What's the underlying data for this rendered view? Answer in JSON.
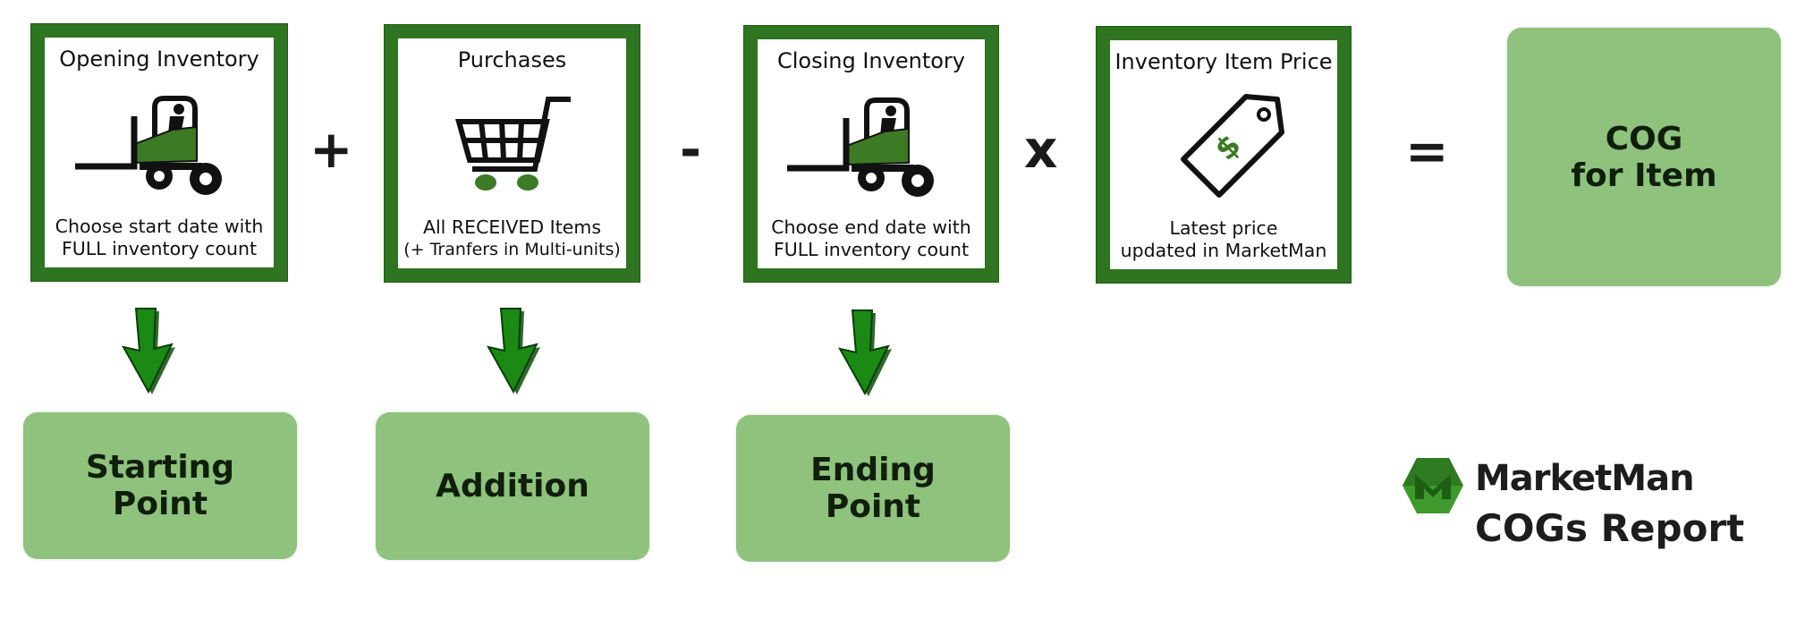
{
  "cards": [
    {
      "title": "Opening Inventory",
      "line1": "Choose start date with",
      "line2": "FULL inventory count",
      "icon": "forklift-icon"
    },
    {
      "title": "Purchases",
      "line1": "All RECEIVED Items",
      "line2": "(+ Tranfers in Multi-units)",
      "icon": "shopping-cart-icon"
    },
    {
      "title": "Closing Inventory",
      "line1": "Choose end date with",
      "line2": "FULL inventory count",
      "icon": "forklift-icon"
    },
    {
      "title": "Inventory Item Price",
      "line1": "Latest price",
      "line2": "updated in MarketMan",
      "icon": "price-tag-icon"
    }
  ],
  "operators": [
    "+",
    "-",
    "x",
    "="
  ],
  "result": {
    "line1": "COG",
    "line2": "for Item"
  },
  "outcomes": [
    {
      "line1": "Starting",
      "line2": "Point"
    },
    {
      "line1": "Addition",
      "line2": ""
    },
    {
      "line1": "Ending",
      "line2": "Point"
    }
  ],
  "brand": {
    "name": "MarketMan",
    "report": "COGs Report",
    "logo_icon": "marketman-logo-icon"
  },
  "colors": {
    "card_border": "#2f7420",
    "box_fill": "#8fc27d",
    "arrow": "#1a8a14",
    "icon_green": "#3d7a26"
  }
}
